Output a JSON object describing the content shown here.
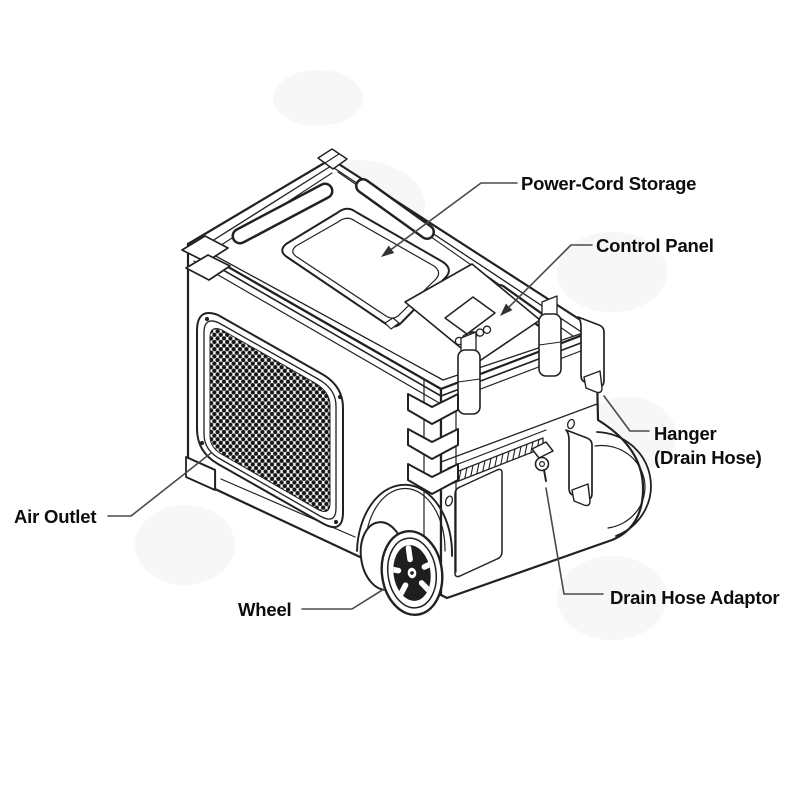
{
  "diagram": {
    "labels": {
      "power_cord_storage": "Power-Cord Storage",
      "control_panel": "Control Panel",
      "hanger_line1": "Hanger",
      "hanger_line2": "(Drain Hose)",
      "air_outlet": "Air Outlet",
      "wheel": "Wheel",
      "drain_hose_adaptor": "Drain Hose Adaptor"
    },
    "colors": {
      "ink": "#212121",
      "leader_line": "#4a4a4a",
      "label_text": "#0d0d0d",
      "background": "#ffffff"
    }
  }
}
